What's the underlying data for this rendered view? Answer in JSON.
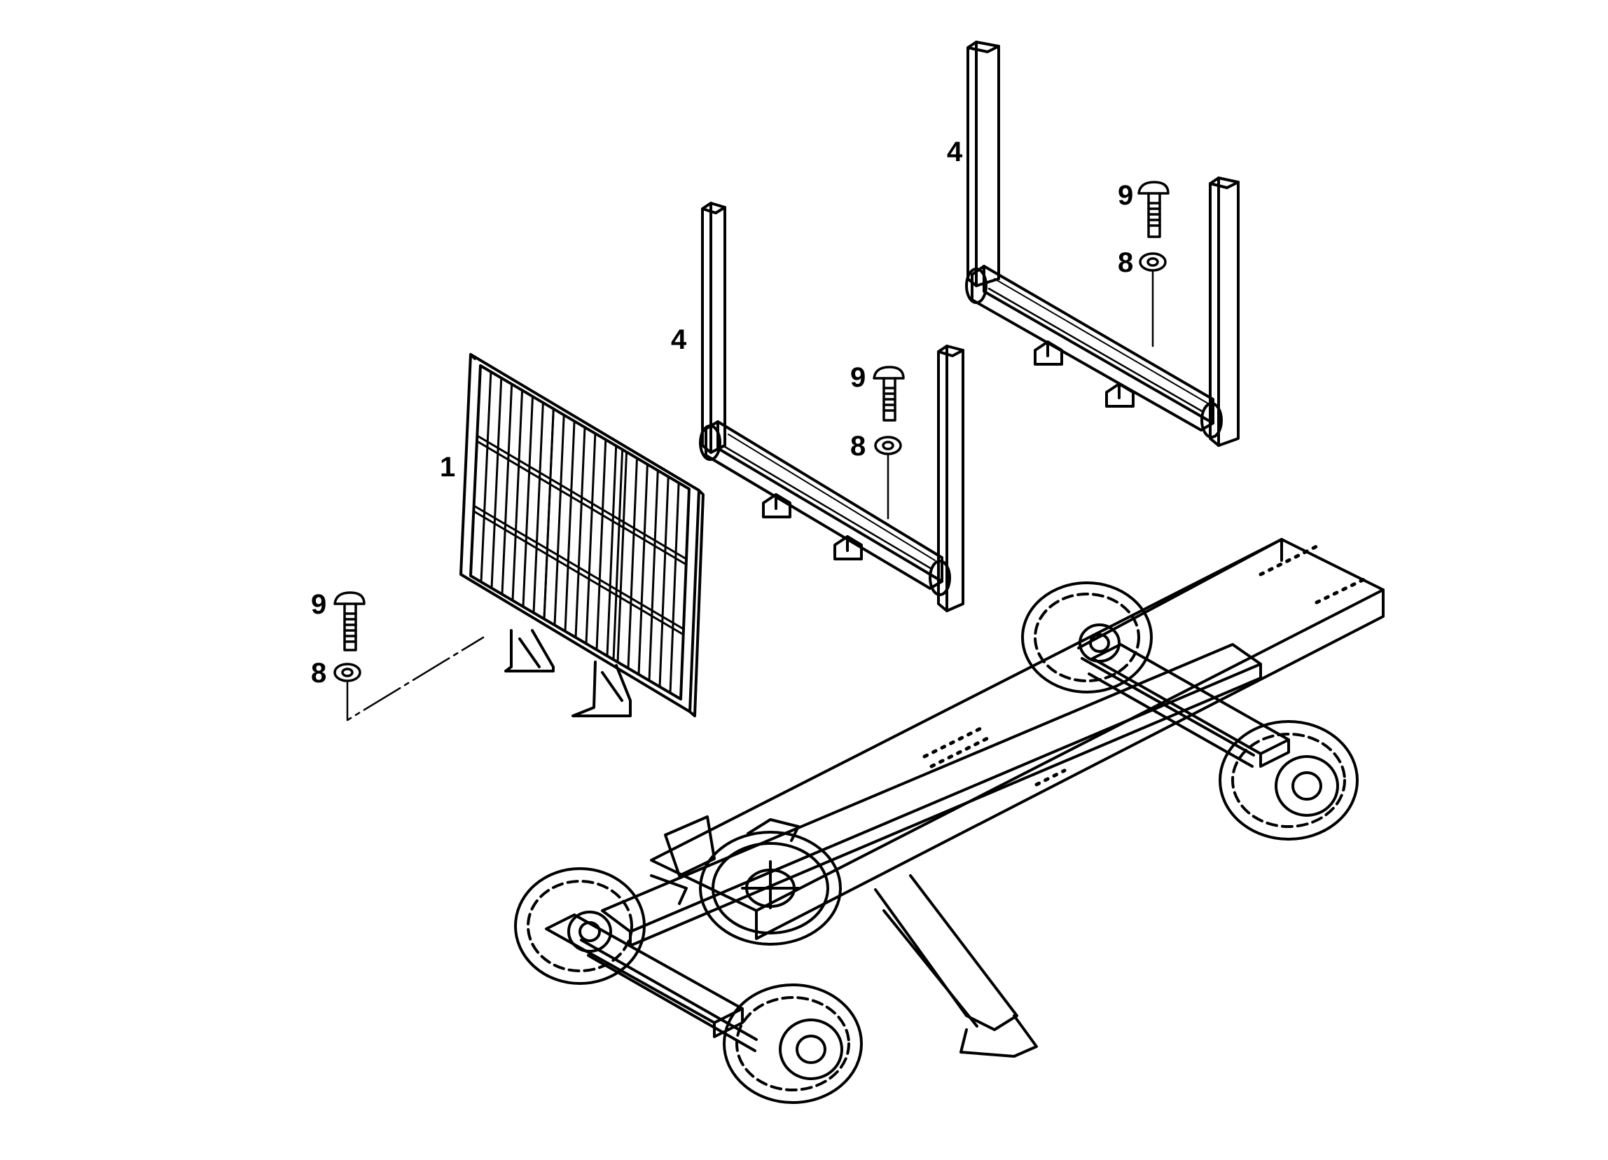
{
  "callouts": {
    "headboard": "1",
    "stake_front": "4",
    "stake_rear": "4",
    "bolt_a": "9",
    "washer_a": "8",
    "bolt_b": "9",
    "washer_b": "8",
    "bolt_c": "9",
    "washer_c": "8"
  },
  "colors": {
    "line": "#000000",
    "background": "#ffffff"
  }
}
